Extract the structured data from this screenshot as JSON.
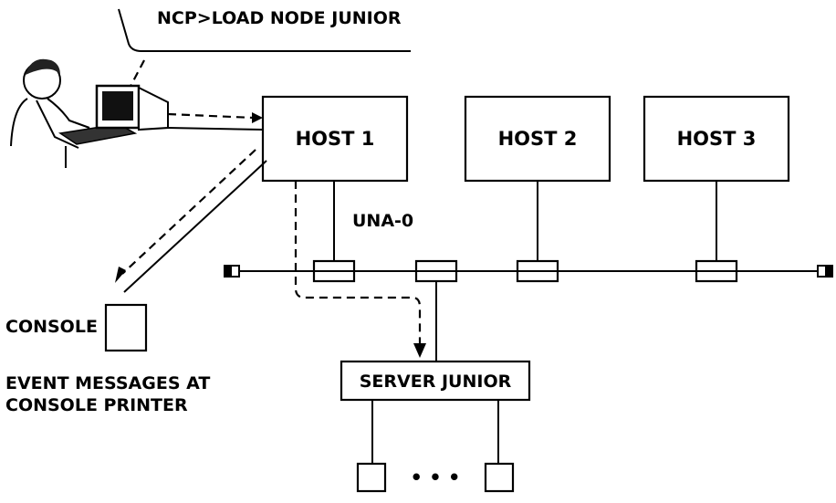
{
  "command_text": "NCP>LOAD NODE JUNIOR",
  "hosts": [
    {
      "label": "HOST 1"
    },
    {
      "label": "HOST 2"
    },
    {
      "label": "HOST 3"
    }
  ],
  "una_label": "UNA-0",
  "console_label": "CONSOLE",
  "event_messages": [
    "EVENT MESSAGES AT",
    "CONSOLE PRINTER"
  ],
  "server_label": "SERVER JUNIOR",
  "terminal_ellipsis": "• • •"
}
